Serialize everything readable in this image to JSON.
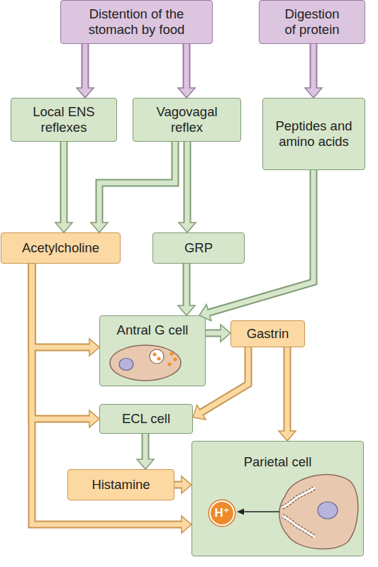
{
  "diagram": {
    "nodes": [
      {
        "text": [
          "Distention of the stomach by food"
        ]
      },
      {
        "text": [
          "Digestion of protein"
        ]
      },
      {
        "text": [
          "Local ENS reflexes"
        ]
      },
      {
        "text": [
          "Vagovagal reflex"
        ]
      },
      {
        "text": [
          "Peptides and amino acids"
        ]
      },
      {
        "text": [
          "Acetylcholine"
        ]
      },
      {
        "text": [
          "GRP"
        ]
      },
      {
        "text": [
          "Antral G cell"
        ]
      },
      {
        "text": [
          "Gastrin"
        ]
      },
      {
        "text": [
          "ECL cell"
        ]
      },
      {
        "text": [
          "Histamine"
        ]
      },
      {
        "text": [
          "Parietal cell"
        ]
      },
      {
        "text": [
          "H⁺"
        ],
        "in": 11
      }
    ],
    "edges": [
      {
        "from": 0,
        "to": 2,
        "arrow": "to"
      },
      {
        "from": 0,
        "to": 3,
        "arrow": "to"
      },
      {
        "from": 1,
        "to": 4,
        "arrow": "to"
      },
      {
        "from": 2,
        "to": 5,
        "arrow": "to"
      },
      {
        "from": 3,
        "to": 5,
        "arrow": "to"
      },
      {
        "from": 3,
        "to": 6,
        "arrow": "to"
      },
      {
        "from": 4,
        "to": 7,
        "arrow": "to"
      },
      {
        "from": 6,
        "to": 7,
        "arrow": "to"
      },
      {
        "from": 5,
        "to": 7,
        "arrow": "to"
      },
      {
        "from": 5,
        "to": 9,
        "arrow": "to"
      },
      {
        "from": 5,
        "to": 11,
        "arrow": "to"
      },
      {
        "from": 7,
        "to": 8,
        "arrow": "to"
      },
      {
        "from": 8,
        "to": 9,
        "arrow": "to"
      },
      {
        "from": 8,
        "to": 11,
        "arrow": "to"
      },
      {
        "from": 9,
        "to": 10,
        "arrow": "to"
      },
      {
        "from": 10,
        "to": 11,
        "arrow": "to"
      }
    ]
  }
}
